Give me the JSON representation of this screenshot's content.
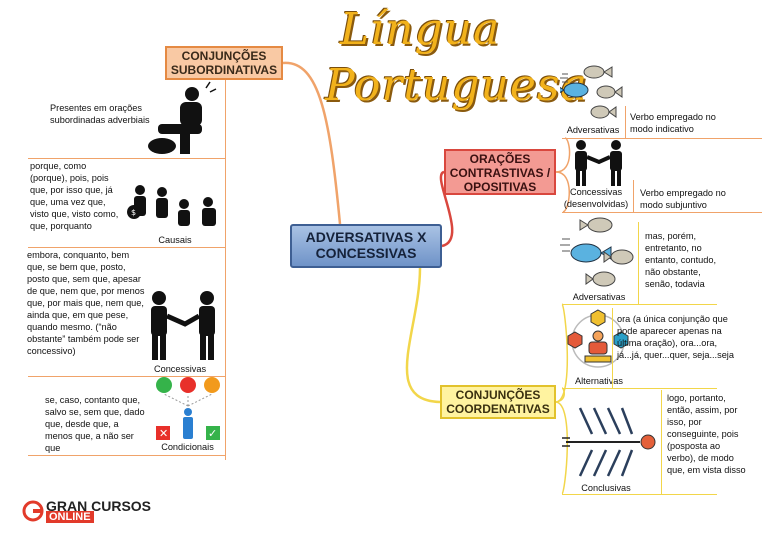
{
  "title": {
    "line1": "Língua",
    "line2": "Portuguesa"
  },
  "center": {
    "label": "ADVERSATIVAS X CONCESSIVAS"
  },
  "left": {
    "header": "CONJUNÇÕES SUBORDINATIVAS",
    "intro": "Presentes em orações subordinadas adverbiais",
    "causais_text": "porque, como (porque), pois, pois que, por isso que, já que, uma vez que, visto que, visto como, que, porquanto",
    "causais_label": "Causais",
    "concessivas_text": "embora, conquanto, bem que, se bem que, posto, posto que, sem que, apesar de que, nem que, por menos que, por mais que, nem que, ainda que, em que pese, quando mesmo. (“não obstante” também pode ser concessivo)",
    "concessivas_label": "Concessivas",
    "condicionais_text": "se, caso, contanto que, salvo se, sem que, dado que, desde que, a menos que, a não ser que",
    "condicionais_label": "Condicionais"
  },
  "right": {
    "oposicao_header": "ORAÇÕES CONTRASTIVAS / OPOSITIVAS",
    "op_adversativas_label": "Adversativas",
    "op_adversativas_text": "Verbo empregado no modo indicativo",
    "op_concessivas_label": "Concessivas (desenvolvidas)",
    "op_concessivas_text": "Verbo empregado no modo subjuntivo",
    "coord_header": "CONJUNÇÕES COORDENATIVAS",
    "co_adversativas_label": "Adversativas",
    "co_adversativas_text": "mas, porém, entretanto, no entanto, contudo, não obstante, senão, todavia",
    "co_alternativas_label": "Alternativas",
    "co_alternativas_text": "ora (a única conjunção que pode aparecer apenas na última oração), ora...ora, já...já, quer...quer, seja...seja",
    "co_conclusivas_label": "Conclusivas",
    "co_conclusivas_text": "logo, portanto, então, assim, por isso, por conseguinte, pois (posposta ao verbo), de modo que, em vista disso"
  },
  "logo": {
    "line1": "GRAN CURSOS",
    "line2": "ONLINE"
  },
  "colors": {
    "orange": "#e58a43",
    "red": "#d9473e",
    "yellow": "#e2c22c",
    "blue": "#6f93c8",
    "title": "#f2b21b"
  }
}
